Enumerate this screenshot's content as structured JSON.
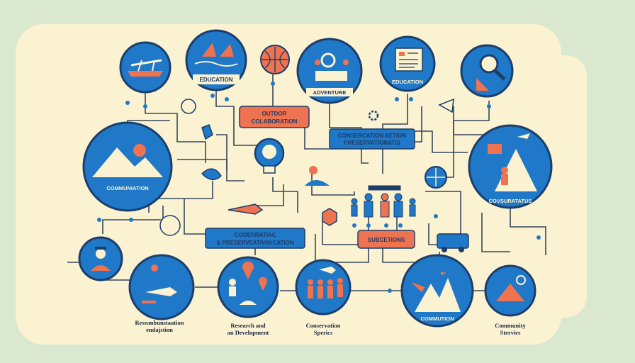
{
  "circles": {
    "education_top": "EDUCATION",
    "adventure": "ADVENTURE",
    "education_right": "EDUCATION",
    "communication_left": "COMMUNIATION",
    "community_right": "COVSURATATUS",
    "commution": "COMMUTION"
  },
  "boxes": {
    "outdoor_line1": "OUTDOR",
    "outdoor_line2": "COLABORATION",
    "conservation_line1": "CONSERCATION AETION",
    "conservation_line2": "PRESERVATIONATIS",
    "coop_line1": "COOERRATIAC",
    "coop_line2": "& PRESERVEATIVAVCATION",
    "sub": "SUBCETIONS"
  },
  "captions": {
    "research_line1": "Reseanbunstaation",
    "research_line2": "endajstion",
    "rnd_line1": "Research and",
    "rnd_line2": "an Development",
    "conservation_line1": "Conservation",
    "conservation_line2": "Sperics",
    "community_line1": "Community",
    "community_line2": "Stervies"
  },
  "colors": {
    "background": "#d9e8cf",
    "panel": "#fbf2d2",
    "circle_blue": "#1f78c8",
    "circle_border": "#1b3e6b",
    "accent_orange": "#ee7350",
    "box_blue": "#1f78c8",
    "line": "#35465c"
  }
}
